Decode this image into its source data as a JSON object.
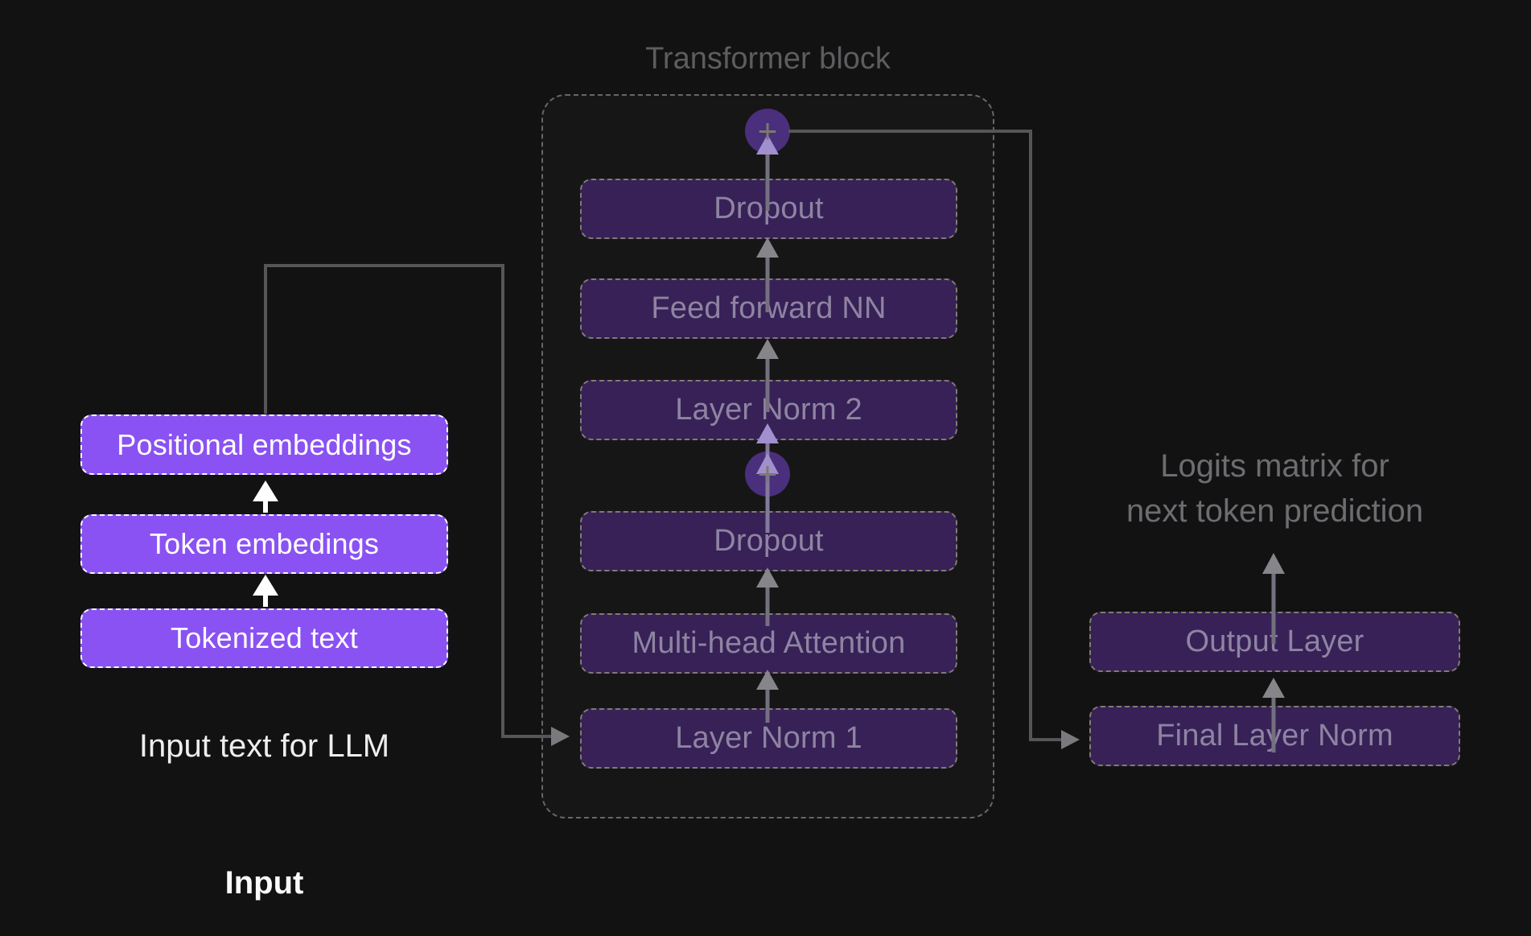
{
  "colors": {
    "background": "#121212",
    "bright_box": "#8a52f2",
    "dark_box": "#372157",
    "plus_circle": "#4a2f7d",
    "connector_line": "#565659",
    "white_arrow": "#ffffff",
    "gray_arrowhead": "#85858a",
    "lavender_arrowhead": "#a18fce",
    "muted_box_text": "#8e84a2",
    "gray_label_text": "#5d5d60"
  },
  "input_column": {
    "boxes": [
      {
        "label": "Positional embeddings"
      },
      {
        "label": "Token embedings"
      },
      {
        "label": "Tokenized text"
      }
    ],
    "caption": "Input text for LLM",
    "footer_label": "Input"
  },
  "transformer": {
    "title": "Transformer block",
    "plus_symbol": "+",
    "layers_top_to_bottom": [
      "Dropout",
      "Feed forward NN",
      "Layer Norm 2",
      "Dropout",
      "Multi-head Attention",
      "Layer Norm 1"
    ]
  },
  "output_column": {
    "caption_line1": "Logits matrix for",
    "caption_line2": "next token prediction",
    "boxes": [
      {
        "label": "Output Layer"
      },
      {
        "label": "Final Layer Norm"
      }
    ]
  }
}
